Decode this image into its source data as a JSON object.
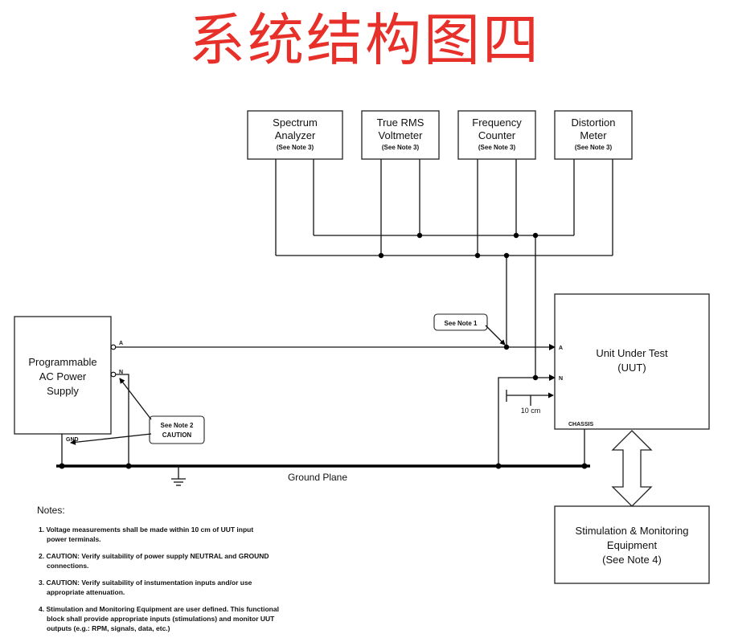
{
  "title": "系统结构图四",
  "instruments": [
    {
      "line1": "Spectrum",
      "line2": "Analyzer",
      "note": "(See Note 3)"
    },
    {
      "line1": "True RMS",
      "line2": "Voltmeter",
      "note": "(See Note 3)"
    },
    {
      "line1": "Frequency",
      "line2": "Counter",
      "note": "(See Note 3)"
    },
    {
      "line1": "Distortion",
      "line2": "Meter",
      "note": "(See Note 3)"
    }
  ],
  "power_supply": {
    "line1": "Programmable",
    "line2": "AC Power",
    "line3": "Supply",
    "pin_a": "A",
    "pin_n": "N",
    "pin_gnd": "GND"
  },
  "uut": {
    "line1": "Unit Under Test",
    "line2": "(UUT)",
    "pin_a": "A",
    "pin_n": "N",
    "pin_chassis": "CHASSIS"
  },
  "stim": {
    "line1": "Stimulation & Monitoring",
    "line2": "Equipment",
    "line3": "(See Note 4)"
  },
  "callouts": {
    "note1": "See Note 1",
    "note2_line1": "See Note 2",
    "note2_line2": "CAUTION"
  },
  "measurement": "10 cm",
  "ground_plane": "Ground Plane",
  "notes": {
    "heading": "Notes:",
    "lines": [
      "1. Voltage measurements shall be made within 10 cm of UUT input",
      "power terminals.",
      "2. CAUTION: Verify suitability of power supply NEUTRAL and GROUND",
      "connections.",
      "3. CAUTION: Verify suitability of instumentation inputs and/or use",
      "appropriate attenuation.",
      "4. Stimulation and Monitoring Equipment are user defined. This functional",
      "block shall provide appropriate inputs (stimulations) and monitor UUT",
      "outputs (e.g.: RPM, signals, data, etc.)"
    ]
  }
}
